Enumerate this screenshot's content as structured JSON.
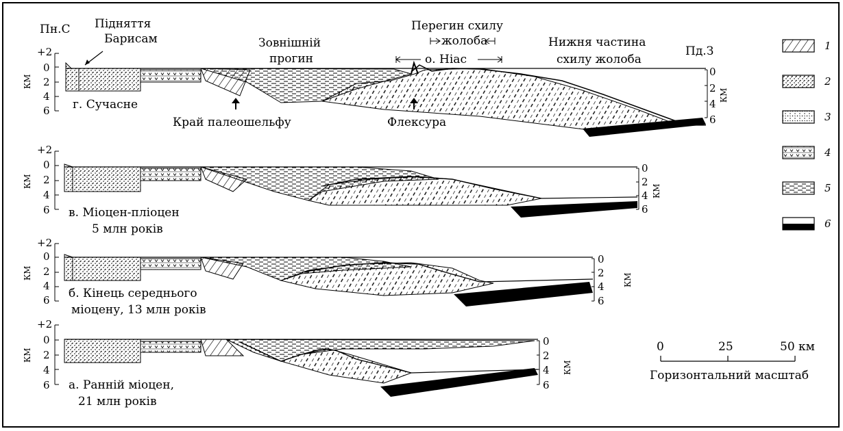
{
  "scale_labels": {
    "plus2": "+2",
    "z0": "0",
    "z2": "2",
    "z4": "4",
    "z6": "6",
    "km": "КМ"
  },
  "sections": [
    {
      "id": "present",
      "left_header": "Пн.С",
      "right_header": "Пд.З",
      "caption": "г. Сучасне",
      "features": {
        "barisan": "Підняття Барисам",
        "barisan_line1": "Підняття",
        "barisan_line2": "Барисам",
        "outer_basin_line1": "Зовнішній",
        "outer_basin_line2": "прогин",
        "slope_break_line1": "Перегин схилу",
        "slope_break_line2": "жолоба",
        "nias": "о. Ніас",
        "lower_slope_line1": "Нижня частина",
        "lower_slope_line2": "схилу жолоба",
        "paleoshelf_edge": "Край палеошельфу",
        "flexure": "Флексура"
      }
    },
    {
      "id": "c",
      "caption_line1": "в. Міоцен-пліоцен",
      "caption_line2": "5 млн років"
    },
    {
      "id": "b",
      "caption_line1": "б. Кінець середнього",
      "caption_line2": "міоцену, 13 млн років"
    },
    {
      "id": "a",
      "caption_line1": "а. Ранній міоцен,",
      "caption_line2": "21 млн років"
    }
  ],
  "legend": [
    {
      "num": "1",
      "pattern": "hatch-diagonal"
    },
    {
      "num": "2",
      "pattern": "dense-dots"
    },
    {
      "num": "3",
      "pattern": "sparse-dots"
    },
    {
      "num": "4",
      "pattern": "v-marks"
    },
    {
      "num": "5",
      "pattern": "dashes"
    },
    {
      "num": "6",
      "pattern": "solid-black-band"
    }
  ],
  "horizontal_scale": {
    "ticks": [
      "0",
      "25",
      "50 км"
    ],
    "label": "Горизонтальний масштаб"
  }
}
